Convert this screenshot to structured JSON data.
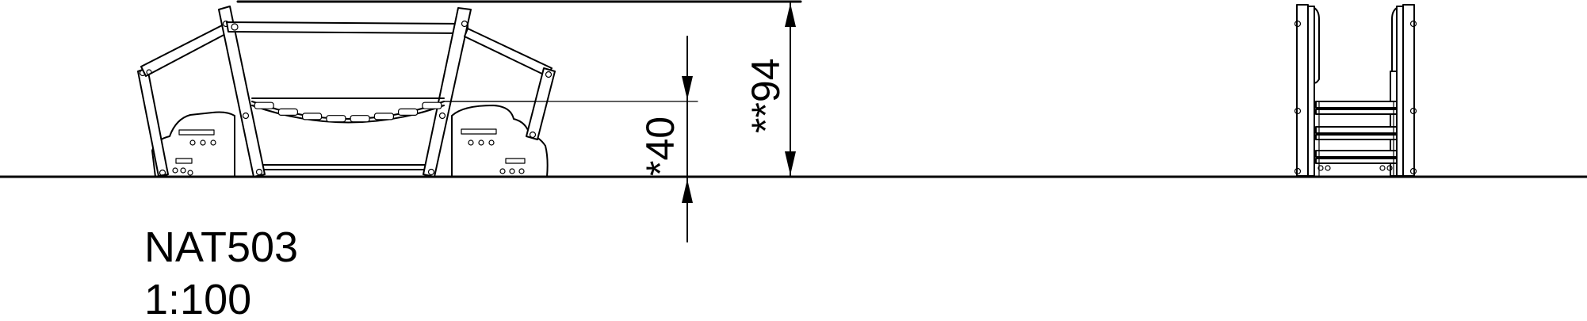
{
  "drawing": {
    "model_code": "NAT503",
    "scale": "1:100",
    "dimension_height_small": "*40",
    "dimension_height_large": "**94"
  }
}
